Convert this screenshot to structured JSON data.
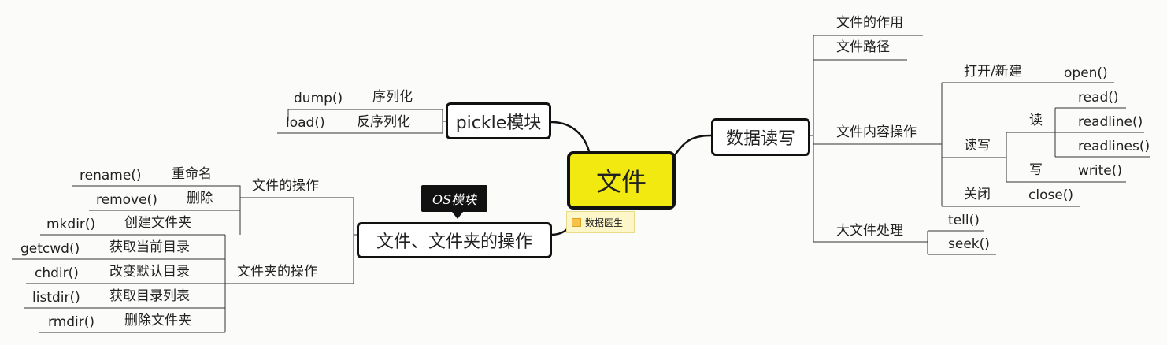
{
  "root": "文件",
  "note": "数据医生",
  "callout": "OS模块",
  "pickle": {
    "title": "pickle模块",
    "items": [
      {
        "fn": "dump()",
        "desc": "序列化"
      },
      {
        "fn": "load()",
        "desc": "反序列化"
      }
    ]
  },
  "os": {
    "title": "文件、文件夹的操作",
    "file_ops": {
      "label": "文件的操作",
      "items": [
        {
          "fn": "rename()",
          "desc": "重命名"
        },
        {
          "fn": "remove()",
          "desc": "删除"
        }
      ]
    },
    "dir_ops": {
      "label": "文件夹的操作",
      "items": [
        {
          "fn": "mkdir()",
          "desc": "创建文件夹"
        },
        {
          "fn": "getcwd()",
          "desc": "获取当前目录"
        },
        {
          "fn": "chdir()",
          "desc": "改变默认目录"
        },
        {
          "fn": "listdir()",
          "desc": "获取目录列表"
        },
        {
          "fn": "rmdir()",
          "desc": "删除文件夹"
        }
      ]
    }
  },
  "rw": {
    "title": "数据读写",
    "purpose": "文件的作用",
    "path": "文件路径",
    "content": {
      "label": "文件内容操作",
      "open": {
        "label": "打开/新建",
        "fn": "open()"
      },
      "readwrite": {
        "label": "读写",
        "read": {
          "label": "读",
          "fns": [
            "read()",
            "readline()",
            "readlines()"
          ]
        },
        "write": {
          "label": "写",
          "fn": "write()"
        }
      },
      "close": {
        "label": "关闭",
        "fn": "close()"
      }
    },
    "bigfile": {
      "label": "大文件处理",
      "fns": [
        "tell()",
        "seek()"
      ]
    }
  }
}
